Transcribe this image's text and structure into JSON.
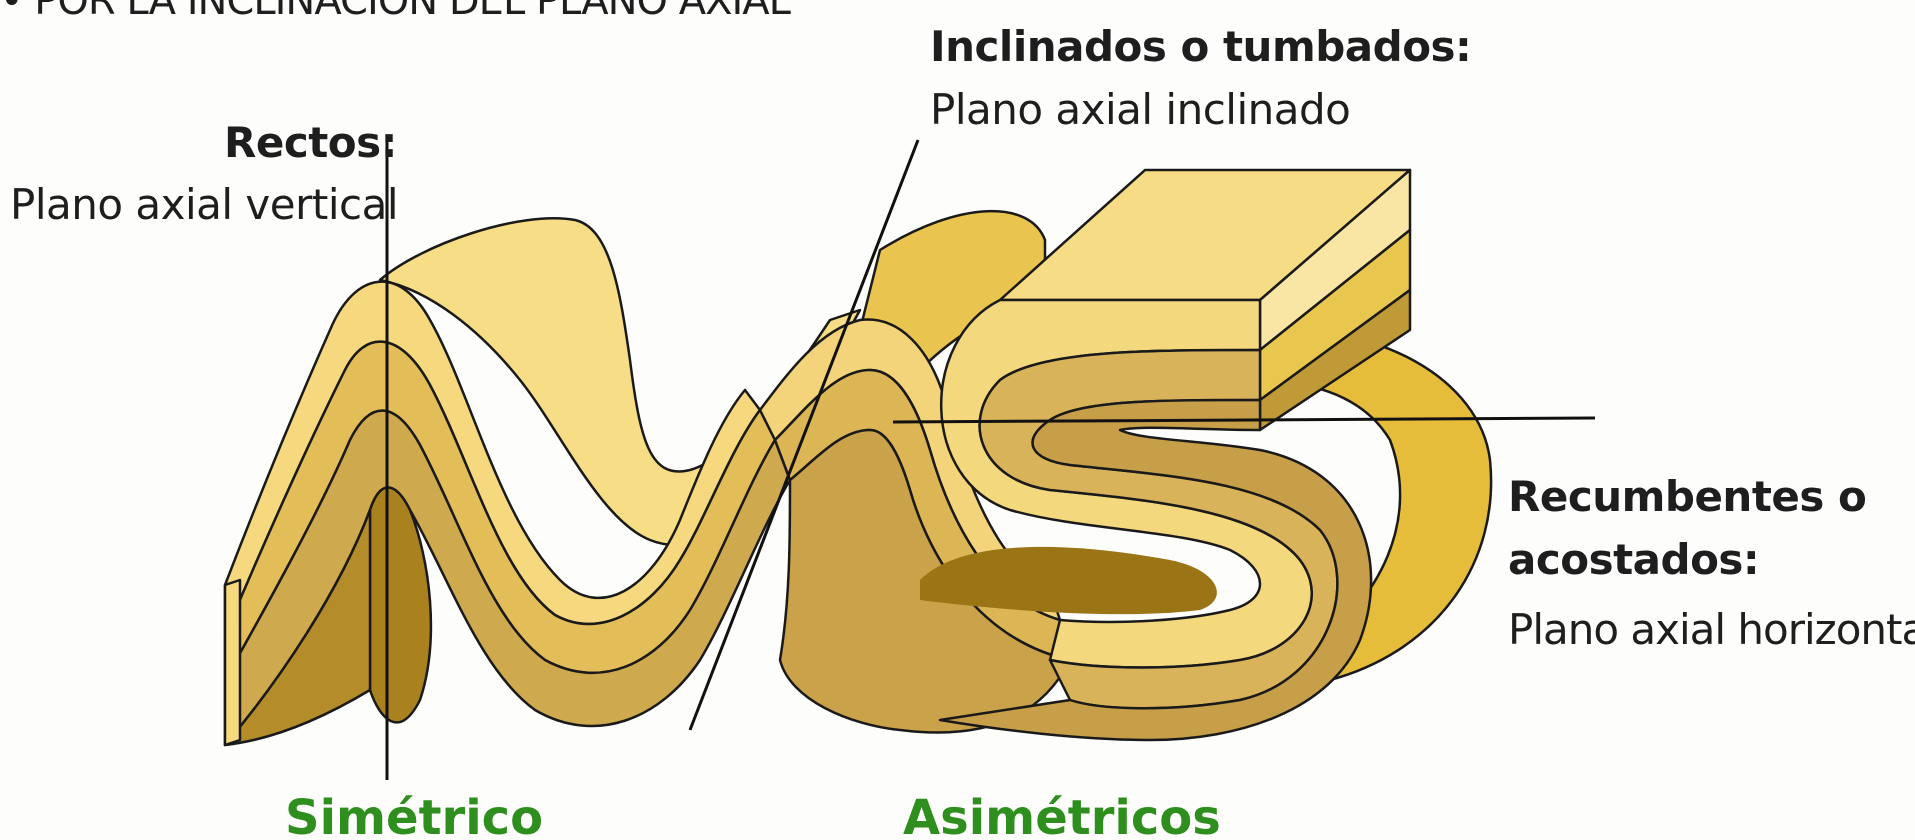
{
  "header": {
    "title": "• POR LA INCLINACIÓN DEL PLANO AXIAL"
  },
  "labels": {
    "rectos_title": "Rectos:",
    "rectos_desc": "Plano axial vertical",
    "inclinados_title": "Inclinados o tumbados:",
    "inclinados_desc": "Plano axial inclinado",
    "recumbentes_title_1": "Recumbentes o",
    "recumbentes_title_2": "acostados:",
    "recumbentes_desc": "Plano axial horizontal"
  },
  "captions": {
    "left": "Simétrico",
    "right": "Asimétricos"
  },
  "colors": {
    "caption_green": "#2f8f1e",
    "layer_light": "#f6d97e",
    "layer_mid": "#e6c25a",
    "layer_dark": "#c9a64b",
    "layer_shadow": "#a98221",
    "outline": "#1a1a1a"
  }
}
